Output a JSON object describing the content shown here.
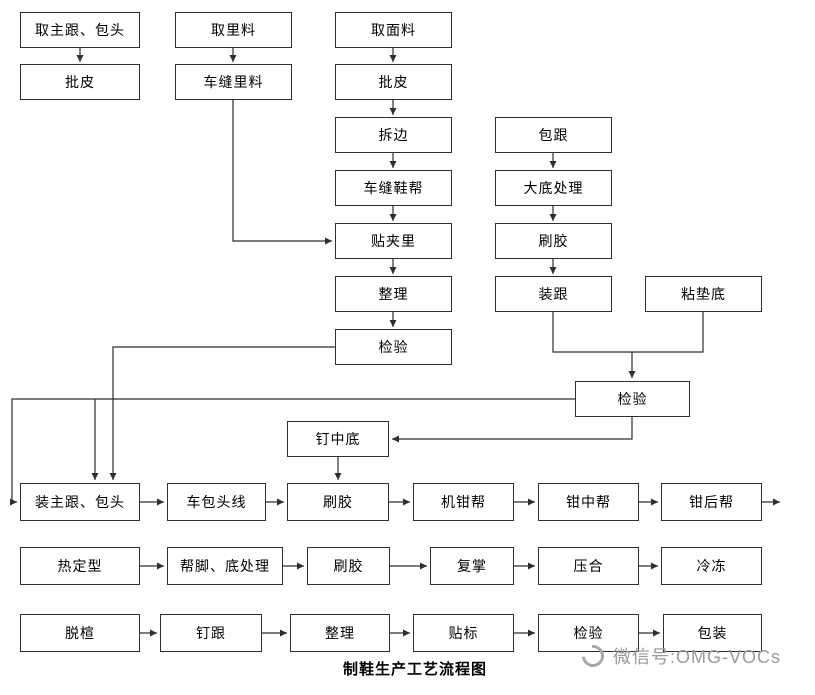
{
  "diagram": {
    "caption": "制鞋生产工艺流程图",
    "watermark": {
      "label": "微信号:OMG-VOCs"
    },
    "colors": {
      "line": "#2e2e2e",
      "box_border": "#2e2e2e",
      "watermark_gray": "#9a9a9a"
    },
    "nodes": {
      "qu_zhugen_baotou": "取主跟、包头",
      "qu_liliao": "取里料",
      "qu_mianliao": "取面料",
      "pipi_left": "批皮",
      "chefeng_liliao": "车缝里料",
      "pipi_mid": "批皮",
      "chaibian": "拆边",
      "baogen": "包跟",
      "chefeng_xiebang": "车缝鞋帮",
      "dadi_chuli": "大底处理",
      "tiejiali": "贴夹里",
      "shuajiao_sole": "刷胶",
      "zhengli_upper": "整理",
      "zhuanggen": "装跟",
      "zhandiandi": "粘垫底",
      "jianyan_upper": "检验",
      "jianyan_sole": "检验",
      "ding_zhongdi": "钉中底",
      "zhuang_zhugen_baotou": "装主跟、包头",
      "che_baotou_xian": "车包头线",
      "shuajiao_last": "刷胶",
      "ji_qian_bang": "机钳帮",
      "qian_zhong_bang": "钳中帮",
      "qian_hou_bang": "钳后帮",
      "redingxing": "热定型",
      "bangjiao_dichuli": "帮脚、底处理",
      "shuajiao_bottom": "刷胶",
      "fuzhang": "复掌",
      "yahe": "压合",
      "lengdong": "冷冻",
      "tuoxuan": "脱楦",
      "dinggen": "钉跟",
      "zhengli_final": "整理",
      "tiebiao": "贴标",
      "jianyan_final": "检验",
      "baozhuang": "包装"
    },
    "edges": [
      [
        "qu_zhugen_baotou",
        "pipi_left"
      ],
      [
        "qu_liliao",
        "chefeng_liliao"
      ],
      [
        "qu_mianliao",
        "pipi_mid"
      ],
      [
        "pipi_mid",
        "chaibian"
      ],
      [
        "chaibian",
        "chefeng_xiebang"
      ],
      [
        "chefeng_xiebang",
        "tiejiali"
      ],
      [
        "chefeng_liliao",
        "tiejiali"
      ],
      [
        "tiejiali",
        "zhengli_upper"
      ],
      [
        "zhengli_upper",
        "jianyan_upper"
      ],
      [
        "baogen",
        "dadi_chuli"
      ],
      [
        "dadi_chuli",
        "shuajiao_sole"
      ],
      [
        "shuajiao_sole",
        "zhuanggen"
      ],
      [
        "zhuanggen",
        "jianyan_sole"
      ],
      [
        "zhandiandi",
        "jianyan_sole"
      ],
      [
        "jianyan_sole",
        "ding_zhongdi"
      ],
      [
        "jianyan_sole",
        "zhuang_zhugen_baotou"
      ],
      [
        "jianyan_upper",
        "zhuang_zhugen_baotou"
      ],
      [
        "ding_zhongdi",
        "shuajiao_last"
      ],
      [
        "zhuang_zhugen_baotou",
        "che_baotou_xian"
      ],
      [
        "che_baotou_xian",
        "shuajiao_last"
      ],
      [
        "shuajiao_last",
        "ji_qian_bang"
      ],
      [
        "ji_qian_bang",
        "qian_zhong_bang"
      ],
      [
        "qian_zhong_bang",
        "qian_hou_bang"
      ],
      [
        "qian_hou_bang",
        "(continues)"
      ],
      [
        "redingxing",
        "bangjiao_dichuli"
      ],
      [
        "bangjiao_dichuli",
        "shuajiao_bottom"
      ],
      [
        "shuajiao_bottom",
        "fuzhang"
      ],
      [
        "fuzhang",
        "yahe"
      ],
      [
        "yahe",
        "lengdong"
      ],
      [
        "tuoxuan",
        "dinggen"
      ],
      [
        "dinggen",
        "zhengli_final"
      ],
      [
        "zhengli_final",
        "tiebiao"
      ],
      [
        "tiebiao",
        "jianyan_final"
      ],
      [
        "jianyan_final",
        "baozhuang"
      ]
    ]
  }
}
